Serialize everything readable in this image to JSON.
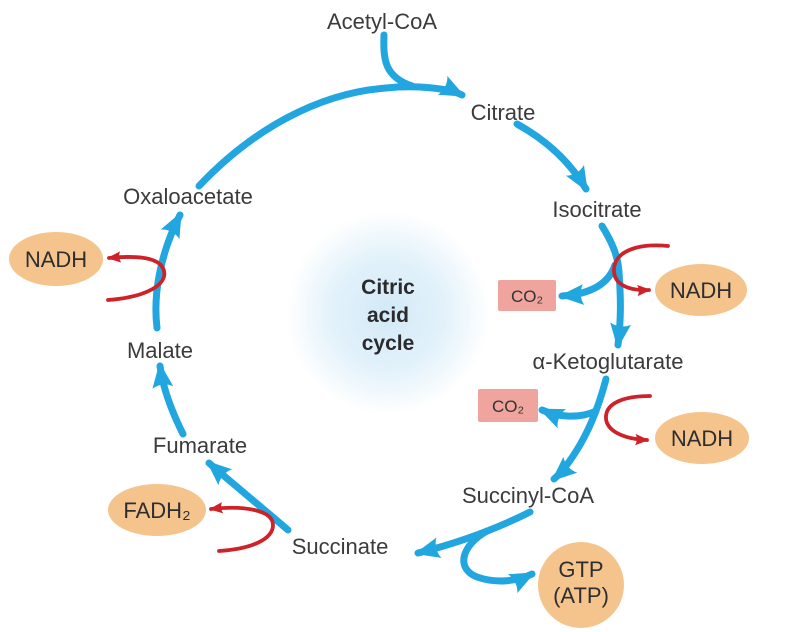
{
  "diagram": {
    "title": "Citric acid cycle",
    "center_label": {
      "line1": "Citric",
      "line2": "acid",
      "line3": "cycle"
    },
    "metabolites": {
      "acetyl_coa": "Acetyl-CoA",
      "citrate": "Citrate",
      "isocitrate": "Isocitrate",
      "alpha_ketoglutarate": "α-Ketoglutarate",
      "succinyl_coa": "Succinyl-CoA",
      "succinate": "Succinate",
      "fumarate": "Fumarate",
      "malate": "Malate",
      "oxaloacetate": "Oxaloacetate"
    },
    "cofactors": {
      "nadh_left": "NADH",
      "nadh_top_right": "NADH",
      "nadh_bottom_right": "NADH",
      "fadh2": "FADH₂",
      "gtp_line1": "GTP",
      "gtp_line2": "(ATP)",
      "co2_upper": "CO₂",
      "co2_lower": "CO₂"
    },
    "colors": {
      "cycle_arrow_blue": "#21A6E0",
      "cofactor_arrow_red": "#CE2228",
      "cofactor_oval_fill": "#F5C48D",
      "co2_box_fill": "#EFA49D",
      "label_text": "#3B3B3D",
      "center_glow": "#D7ECF9"
    }
  }
}
